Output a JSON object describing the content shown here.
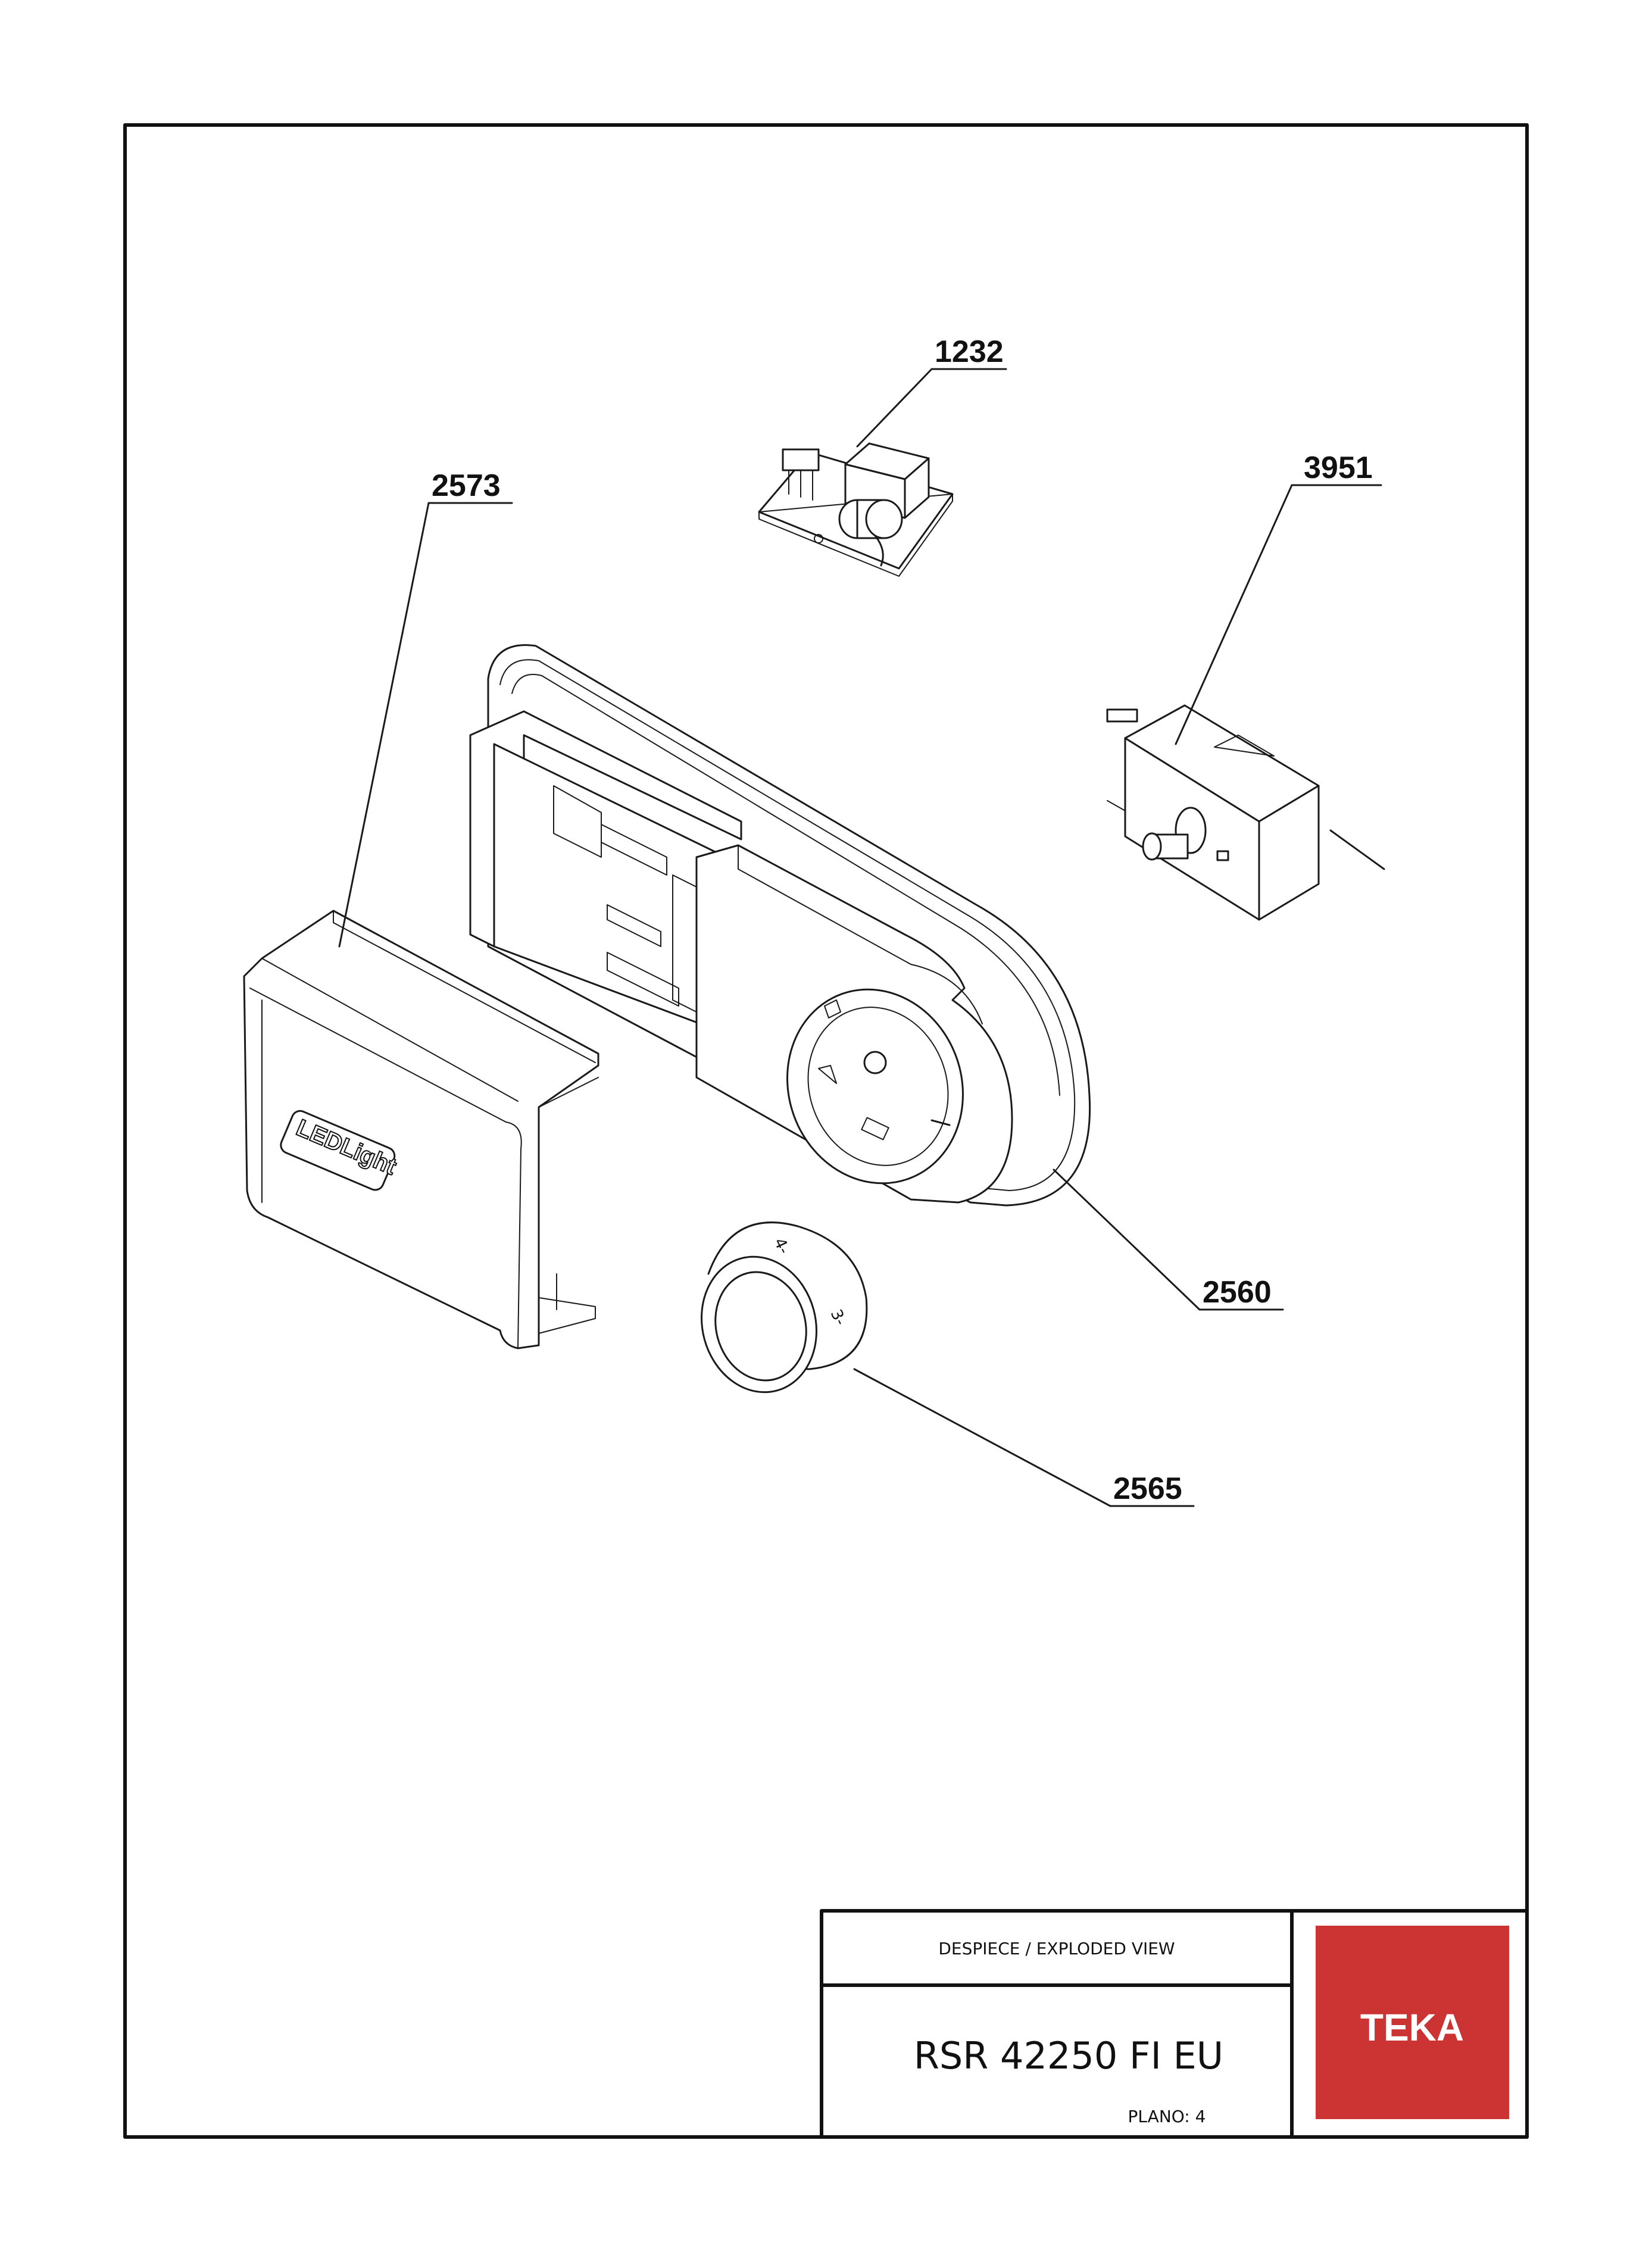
{
  "part_labels": {
    "pcb": "1232",
    "switch": "3951",
    "cover": "2573",
    "control_panel": "2560",
    "knob": "2565"
  },
  "cover_badge": "LEDLight",
  "knob_marks": {
    "top": "4-",
    "side": "3-"
  },
  "title_block": {
    "heading": "DESPIECE / EXPLODED VIEW",
    "model": "RSR 42250 FI EU",
    "sheet": "PLANO: 4"
  },
  "logo": {
    "text": "TEKA",
    "color": "#cc3333"
  }
}
